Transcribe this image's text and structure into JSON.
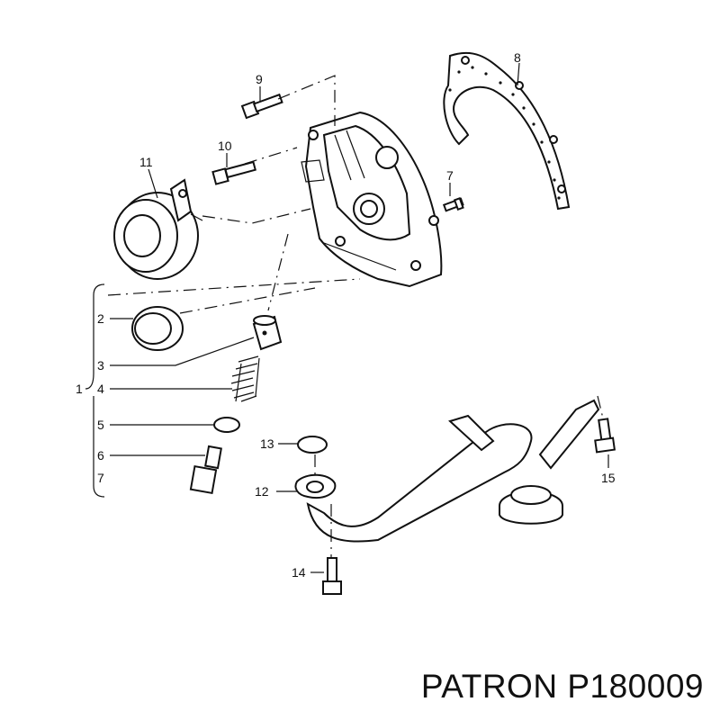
{
  "labels": {
    "l1": "1",
    "l2": "2",
    "l3": "3",
    "l4": "4",
    "l5": "5",
    "l6": "6",
    "l7a": "7",
    "l7b": "7",
    "l8": "8",
    "l9": "9",
    "l10": "10",
    "l11": "11",
    "l12": "12",
    "l13": "13",
    "l14": "14",
    "l15": "15"
  },
  "brand": "PATRON P180009"
}
